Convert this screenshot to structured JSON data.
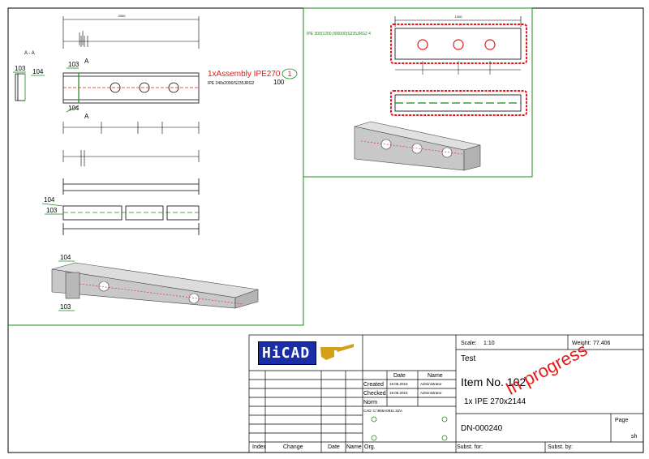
{
  "drawing": {
    "section_label": "A - A",
    "part_103": "103",
    "part_104": "104",
    "part_100": "100",
    "cut_a": "A",
    "assembly_label": "1xAssembly IPE270",
    "assembly_balloon": "1",
    "profile_label": "IPE 240x2000/S235JRG2",
    "plate_label": "IPE 300(1200,000000)S235JRG2 4",
    "dim_2000": "2000",
    "dim_1200": "1200"
  },
  "title_block": {
    "scale_label": "Scale:",
    "scale_value": "1:10",
    "weight_label": "Weight:",
    "weight_value": "77.406",
    "title": "Test",
    "item_no": "Item No. 102",
    "description": "1x IPE 270x2144",
    "doc_no": "DN-000240",
    "page_label": "Page",
    "page_value": "sh",
    "date_col": "Date",
    "name_col": "Name",
    "created_label": "Created",
    "created_date": "19.06.2015",
    "created_name": "Administrator",
    "checked_label": "Checked",
    "checked_date": "19.06.2015",
    "checked_name": "Administrator",
    "norm_label": "Norm",
    "cad_file": "CAD: C:\\955A0811.SZA",
    "index_label": "Index",
    "change_label": "Change",
    "date_label2": "Date",
    "name_label2": "Name",
    "org_label": "Org.",
    "subst_for": "Subst. for:",
    "subst_by": "Subst. by:",
    "logo_text": "HiCAD",
    "status_stamp": "In progress"
  },
  "colors": {
    "frame_green": "#1a8a1a",
    "highlight_red": "#e21a1a",
    "logo_blue": "#1a2ea8",
    "logo_gold": "#d4a017"
  }
}
